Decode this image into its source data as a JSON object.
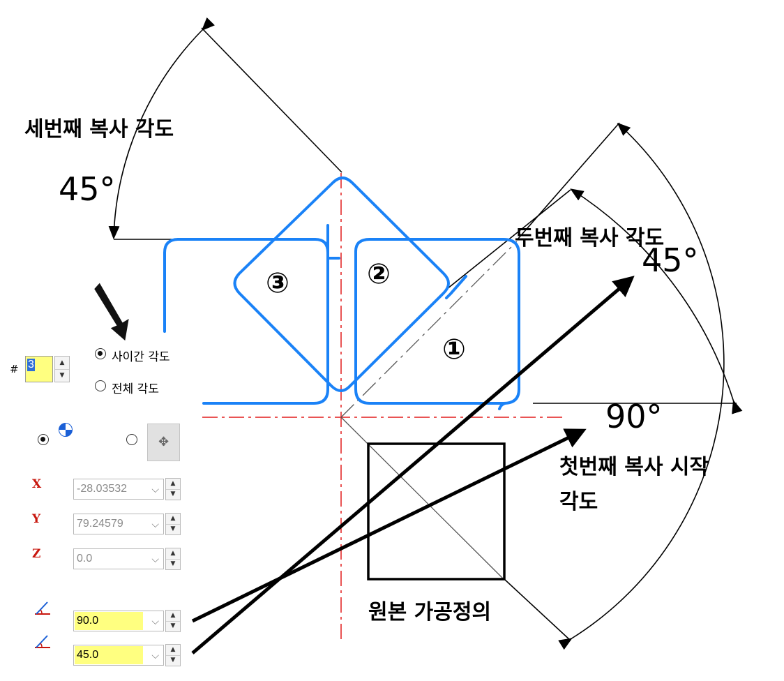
{
  "labels": {
    "third_copy_angle": "세번째 복사 각도",
    "second_copy_angle": "두번째 복사 각도",
    "first_copy_start_angle_line1": "첫번째 복사 시작",
    "first_copy_start_angle_line2": "각도",
    "original_toolpath": "원본 가공정의",
    "angle_third": "45°",
    "angle_second": "45°",
    "angle_first": "90°",
    "copy_1": "①",
    "copy_2": "②",
    "copy_3": "③"
  },
  "dialog": {
    "count_label": "#",
    "count_value": "3",
    "radio_between": "사이간 각도",
    "radio_total": "전체 각도",
    "x_label": "X",
    "y_label": "Y",
    "z_label": "Z",
    "x_value": "-28.03532",
    "y_value": "79.24579",
    "z_value": "0.0",
    "start_angle_value": "90.0",
    "step_angle_value": "45.0"
  },
  "colors": {
    "toolpath_blue": "#1a82f7",
    "centerline_red": "#e21b1b",
    "highlight_yellow": "#ffff80",
    "axis_red": "#c8170e"
  },
  "icons": {
    "origin": "origin-quadrant-icon",
    "pick": "pick-point-crosshair-icon",
    "angle": "angle-icon",
    "pointer": "black-arrow-pointer"
  }
}
